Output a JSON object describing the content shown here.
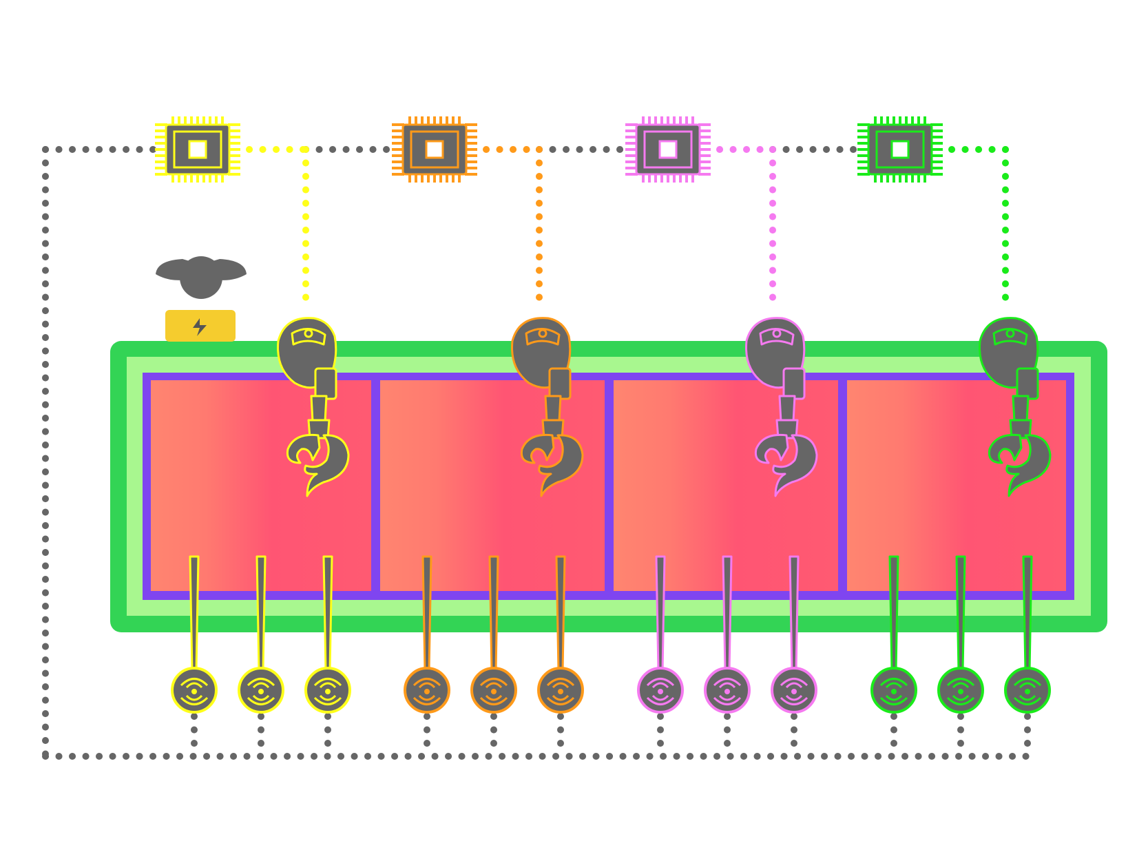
{
  "palette": {
    "background": "#ffffff",
    "gray": "#666666",
    "tray_outer": "#33d455",
    "tray_inner": "#a8f78f",
    "bath_frame": "#7f45f0",
    "bath_fill_a": "#ff8570",
    "bath_fill_b": "#ff5573",
    "operator_box": "#f5cc2e",
    "operator_box_glyph": "#555555"
  },
  "operator": {
    "icon": "operator-person-icon",
    "panel_icon": "lightning-bolt-icon"
  },
  "bus": {
    "main_color": "#666666",
    "style": "dotted"
  },
  "cells": [
    {
      "id": "cell-1",
      "color": "#ffff1a",
      "controller_icon": "microchip-icon",
      "robot_icon": "robot-arm-gripper-icon",
      "sensor_icon": "wireless-sensor-icon",
      "sensor_count": 3
    },
    {
      "id": "cell-2",
      "color": "#ff9a1a",
      "controller_icon": "microchip-icon",
      "robot_icon": "robot-arm-gripper-icon",
      "sensor_icon": "wireless-sensor-icon",
      "sensor_count": 3
    },
    {
      "id": "cell-3",
      "color": "#f57af0",
      "controller_icon": "microchip-icon",
      "robot_icon": "robot-arm-gripper-icon",
      "sensor_icon": "wireless-sensor-icon",
      "sensor_count": 3
    },
    {
      "id": "cell-4",
      "color": "#1aeb1a",
      "controller_icon": "microchip-icon",
      "robot_icon": "robot-arm-gripper-icon",
      "sensor_icon": "wireless-sensor-icon",
      "sensor_count": 3
    }
  ]
}
